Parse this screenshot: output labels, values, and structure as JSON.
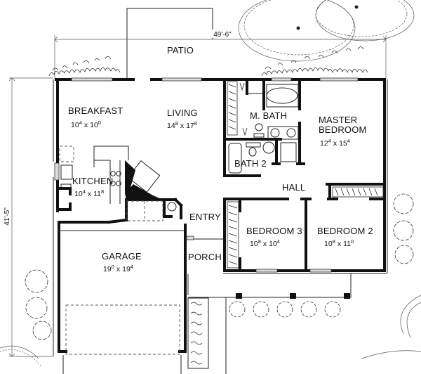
{
  "plan": {
    "overall_width": "49'-6\"",
    "overall_depth": "41'-5\"",
    "rooms": {
      "patio": {
        "name": "PATIO"
      },
      "breakfast": {
        "name": "BREAKFAST",
        "w_ft": "10",
        "w_in": "4",
        "d_ft": "10",
        "d_in": "0"
      },
      "living": {
        "name": "LIVING",
        "w_ft": "14",
        "w_in": "8",
        "d_ft": "17",
        "d_in": "8"
      },
      "kitchen": {
        "name": "KITCHEN",
        "w_ft": "10",
        "w_in": "4",
        "d_ft": "11",
        "d_in": "8"
      },
      "m_bath": {
        "name": "M. BATH"
      },
      "master_bedroom": {
        "name_line1": "MASTER",
        "name_line2": "BEDROOM",
        "w_ft": "12",
        "w_in": "4",
        "d_ft": "15",
        "d_in": "4"
      },
      "bath2": {
        "name": "BATH 2"
      },
      "hall": {
        "name": "HALL"
      },
      "entry": {
        "name": "ENTRY"
      },
      "porch": {
        "name": "PORCH"
      },
      "garage": {
        "name": "GARAGE",
        "w_ft": "19",
        "w_in": "0",
        "d_ft": "19",
        "d_in": "4"
      },
      "bedroom3": {
        "name": "BEDROOM 3",
        "w_ft": "10",
        "w_in": "8",
        "d_ft": "10",
        "d_in": "4"
      },
      "bedroom2": {
        "name": "BEDROOM 2",
        "w_ft": "10",
        "w_in": "8",
        "d_ft": "11",
        "d_in": "0"
      }
    },
    "x_sep": "x"
  }
}
